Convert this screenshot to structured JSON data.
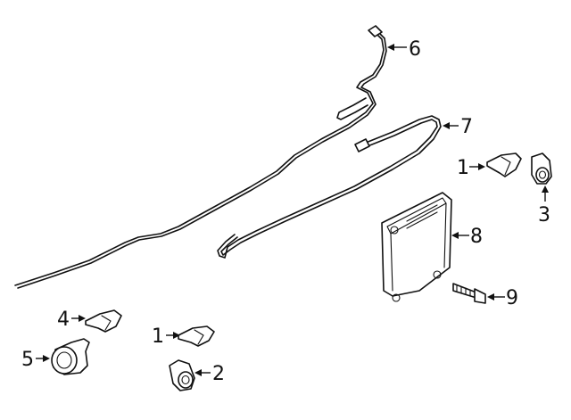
{
  "callouts": {
    "c1a": "1",
    "c1b": "1",
    "c2": "2",
    "c3": "3",
    "c4": "4",
    "c5": "5",
    "c6": "6",
    "c7": "7",
    "c8": "8",
    "c9": "9"
  }
}
